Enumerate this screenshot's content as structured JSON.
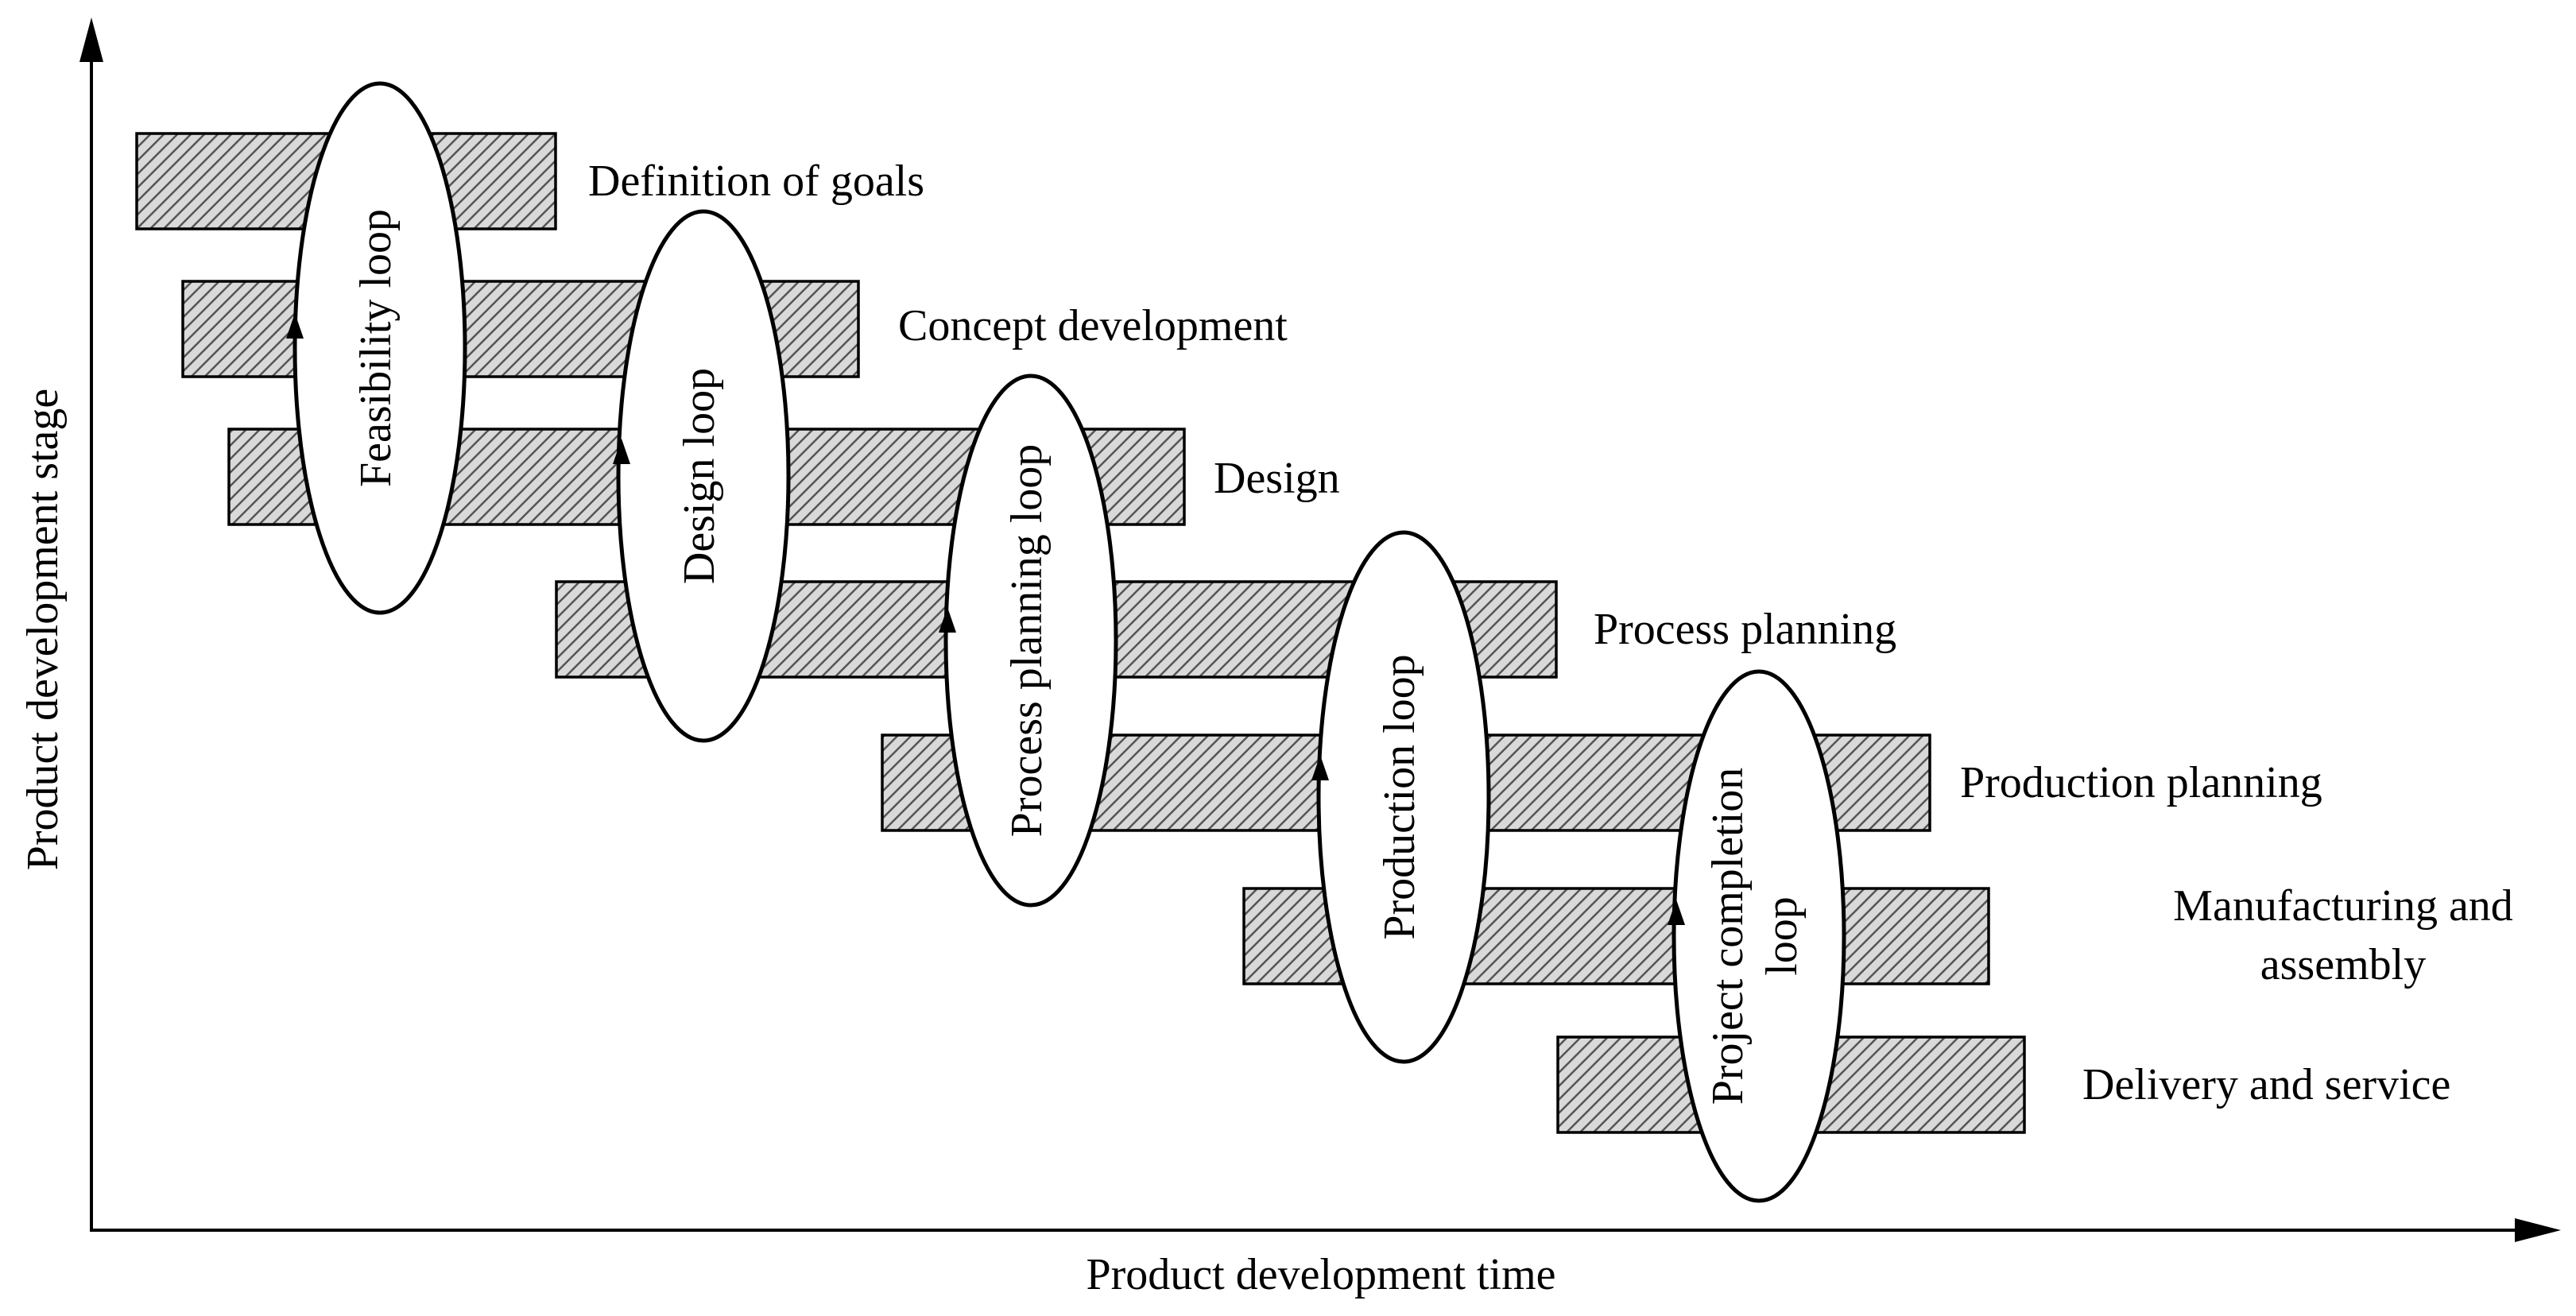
{
  "axes": {
    "x_label": "Product development time",
    "y_label": "Product development stage"
  },
  "stages": [
    {
      "id": "definition-of-goals",
      "lines": [
        "Definition of goals"
      ]
    },
    {
      "id": "concept-development",
      "lines": [
        "Concept development"
      ]
    },
    {
      "id": "design",
      "lines": [
        "Design"
      ]
    },
    {
      "id": "process-planning",
      "lines": [
        "Process planning"
      ]
    },
    {
      "id": "production-planning",
      "lines": [
        "Production planning"
      ]
    },
    {
      "id": "manufacturing-and-assembly",
      "lines": [
        "Manufacturing and",
        "assembly"
      ]
    },
    {
      "id": "delivery-and-service",
      "lines": [
        "Delivery and service"
      ]
    }
  ],
  "loops": [
    {
      "id": "feasibility-loop",
      "lines": [
        "Feasibility loop"
      ]
    },
    {
      "id": "design-loop",
      "lines": [
        "Design loop"
      ]
    },
    {
      "id": "process-planning-loop",
      "lines": [
        "Process planning loop"
      ]
    },
    {
      "id": "production-loop",
      "lines": [
        "Production loop"
      ]
    },
    {
      "id": "project-completion-loop",
      "lines": [
        "Project completion",
        "loop"
      ]
    }
  ],
  "colors": {
    "hatch_background": "#d9d9d9",
    "hatch_stripe": "#555555",
    "outline": "#000000"
  }
}
